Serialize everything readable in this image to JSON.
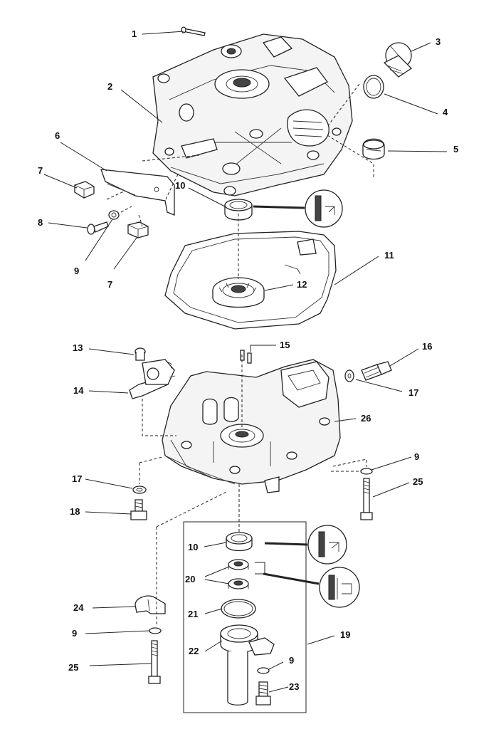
{
  "callouts": {
    "c1": "1",
    "c2": "2",
    "c3": "3",
    "c4": "4",
    "c5": "5",
    "c6": "6",
    "c7a": "7",
    "c7b": "7",
    "c8": "8",
    "c9a": "9",
    "c9b": "9",
    "c9c": "9",
    "c9d": "9",
    "c10a": "10",
    "c10b": "10",
    "c11": "11",
    "c12": "12",
    "c13": "13",
    "c14": "14",
    "c15": "15",
    "c16": "16",
    "c17a": "17",
    "c17b": "17",
    "c18": "18",
    "c19": "19",
    "c20": "20",
    "c21": "21",
    "c22": "22",
    "c23": "23",
    "c24": "24",
    "c25a": "25",
    "c25b": "25",
    "c26": "26"
  }
}
